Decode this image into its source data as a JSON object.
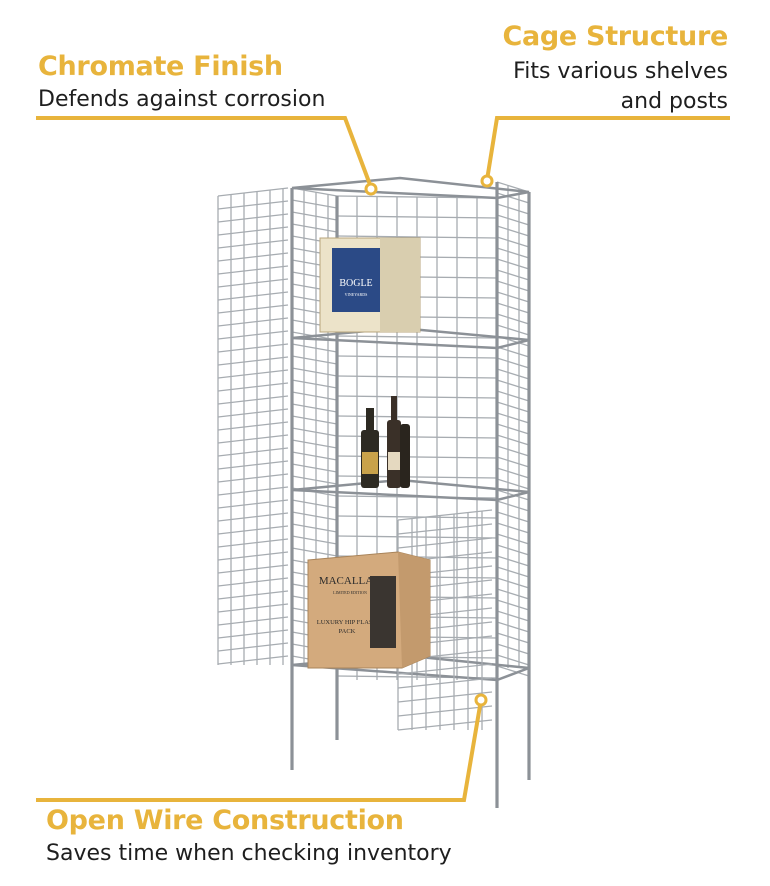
{
  "callouts": {
    "chromate": {
      "title": "Chromate Finish",
      "description": "Defends against corrosion"
    },
    "cage": {
      "title": "Cage Structure",
      "description_line1": "Fits various shelves",
      "description_line2": "and posts"
    },
    "open_wire": {
      "title": "Open Wire Construction",
      "description": "Saves time when checking inventory"
    }
  },
  "product_labels": {
    "wine_box_brand": "BOGLE",
    "wine_box_sub": "VINEYARDS",
    "whisky_box_brand": "MACALLAN",
    "whisky_box_line1": "LUXURY HIP FLASK",
    "whisky_box_line2": "PACK",
    "whisky_box_edition": "LIMITED EDITION"
  },
  "colors": {
    "accent": "#e8b43c",
    "text": "#1e1e1e",
    "wire": "#9ea3a8"
  }
}
